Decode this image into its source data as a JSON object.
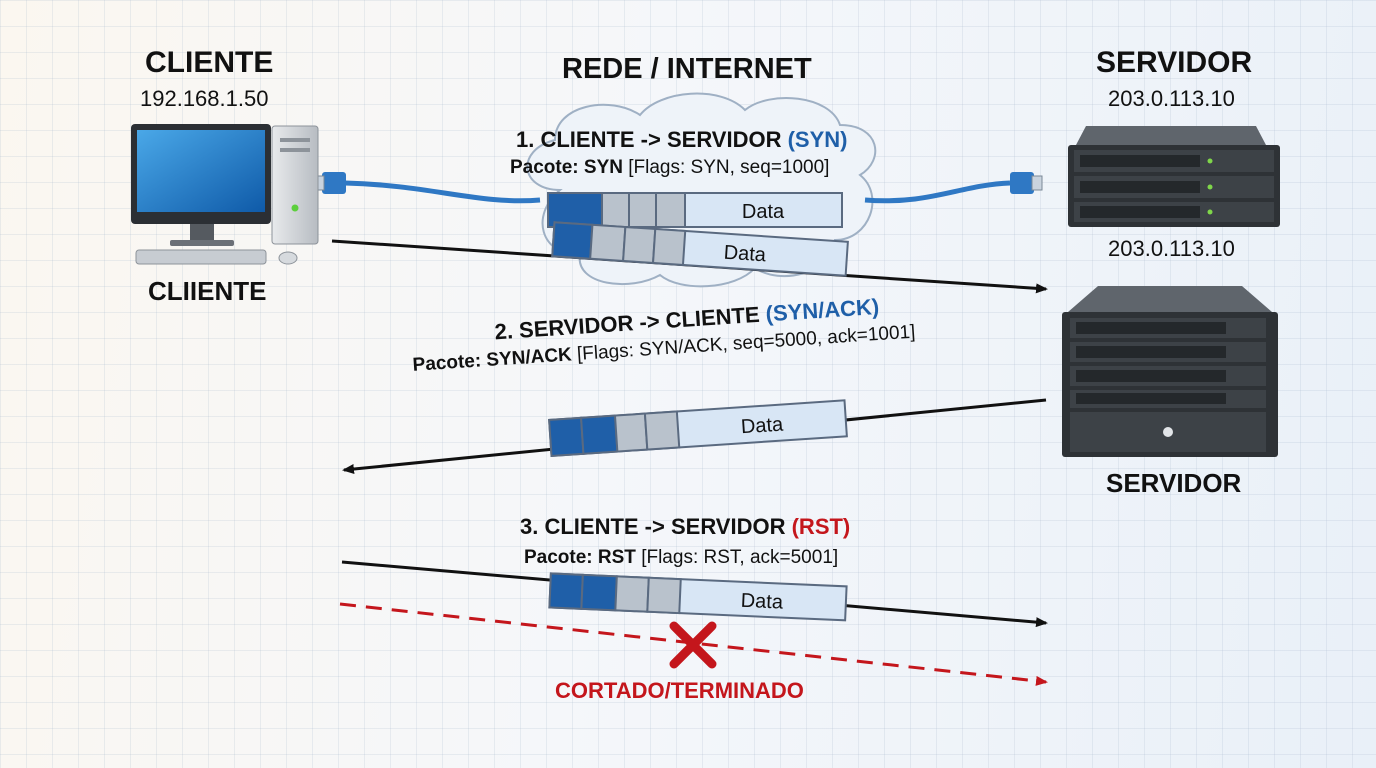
{
  "client": {
    "title": "CLIENTE",
    "ip": "192.168.1.50",
    "label": "CLIIENTE"
  },
  "network": {
    "title": "REDE / INTERNET"
  },
  "server": {
    "title": "SERVIDOR",
    "ip": "203.0.113.10",
    "ip2": "203.0.113.10",
    "label": "SERVIDOR"
  },
  "steps": [
    {
      "prefix": "1. CLIENTE -> SERVIDOR ",
      "flag": "(SYN)",
      "packet_name": "Pacote: SYN",
      "packet_detail": " [Flags: SYN, seq=1000]",
      "data_label": "Data",
      "data_label2": "Data"
    },
    {
      "prefix": "2. SERVIDOR -> CLIENTE ",
      "flag": "(SYN/ACK)",
      "packet_name": "Pacote: SYN/ACK",
      "packet_detail": " [Flags: SYN/ACK, seq=5000, ack=1001]",
      "data_label": "Data"
    },
    {
      "prefix": "3. CLIENTE -> SERVIDOR ",
      "flag": "(RST)",
      "packet_name": "Pacote: RST",
      "packet_detail": " [Flags: RST, ack=5001]",
      "data_label": "Data",
      "status": "CORTADO/TERMINADO"
    }
  ],
  "colors": {
    "blue_flag": "#1f5fa8",
    "red_flag": "#c4161c",
    "packet_blue": "#1f5fa8",
    "packet_body": "#d8e6f5",
    "cable": "#2f78c4"
  }
}
